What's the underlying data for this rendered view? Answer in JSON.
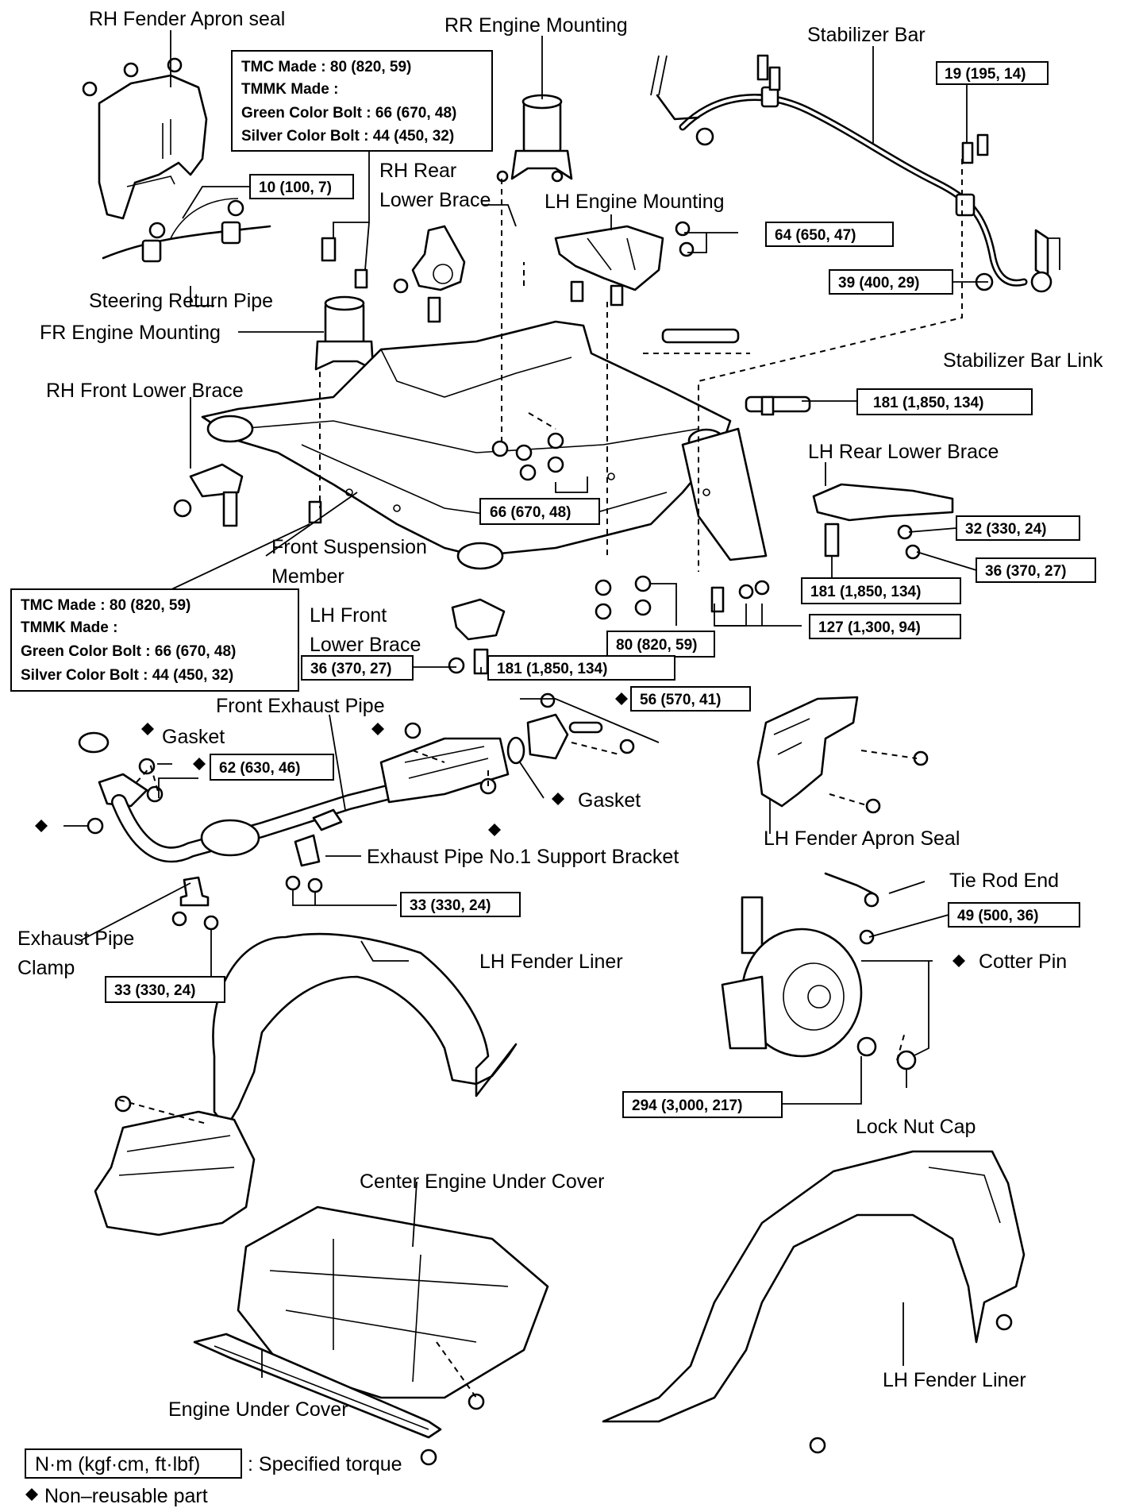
{
  "labels": {
    "rh_fender_apron_seal": "RH Fender Apron seal",
    "rr_engine_mounting": "RR Engine Mounting",
    "stabilizer_bar": "Stabilizer Bar",
    "rh_rear_lower_brace_1": "RH Rear",
    "rh_rear_lower_brace_2": "Lower Brace",
    "lh_engine_mounting": "LH Engine Mounting",
    "steering_return_pipe": "Steering Return Pipe",
    "fr_engine_mounting": "FR Engine Mounting",
    "stabilizer_bar_link": "Stabilizer Bar Link",
    "rh_front_lower_brace": "RH Front Lower Brace",
    "lh_rear_lower_brace": "LH Rear Lower Brace",
    "front_suspension_member_1": "Front Suspension",
    "front_suspension_member_2": "Member",
    "lh_front_lower_brace_1": "LH Front",
    "lh_front_lower_brace_2": "Lower Brace",
    "front_exhaust_pipe": "Front Exhaust Pipe",
    "gasket_left": "Gasket",
    "gasket_right": "Gasket",
    "lh_fender_apron_seal": "LH Fender Apron Seal",
    "support_bracket": "Exhaust Pipe No.1 Support Bracket",
    "tie_rod_end": "Tie Rod End",
    "exhaust_pipe_clamp_1": "Exhaust Pipe",
    "exhaust_pipe_clamp_2": "Clamp",
    "lh_fender_liner_upper": "LH Fender Liner",
    "cotter_pin": "Cotter Pin",
    "lock_nut_cap": "Lock Nut Cap",
    "center_engine_under_cover": "Center Engine Under Cover",
    "lh_fender_liner_lower": "LH Fender Liner",
    "engine_under_cover": "Engine Under Cover"
  },
  "torques": {
    "t_195": "19 (195, 14)",
    "t_100": "10 (100, 7)",
    "t_650": "64 (650, 47)",
    "t_400": "39 (400, 29)",
    "t_1850_top": "181 (1,850, 134)",
    "t_670": "66 (670, 48)",
    "t_330_r": "32 (330, 24)",
    "t_370_r": "36 (370, 27)",
    "t_1850_lr": "181 (1,850, 134)",
    "t_1300": "127 (1,300, 94)",
    "t_820": "80 (820, 59)",
    "t_370_l": "36 (370, 27)",
    "t_1850_lf": "181 (1,850, 134)",
    "t_570": "56 (570, 41)",
    "t_630": "62 (630, 46)",
    "t_330_bracket": "33 (330, 24)",
    "t_500": "49 (500, 36)",
    "t_330_clamp": "33 (330, 24)",
    "t_3000": "294 (3,000, 217)"
  },
  "made_box_top": {
    "line1": "TMC Made : 80 (820, 59)",
    "line2": "TMMK Made :",
    "line3": "Green Color Bolt : 66 (670, 48)",
    "line4": "Silver Color Bolt : 44 (450, 32)"
  },
  "made_box_bottom": {
    "line1": "TMC Made : 80 (820, 59)",
    "line2": "TMMK Made :",
    "line3": "Green Color Bolt : 66 (670, 48)",
    "line4": "Silver Color Bolt : 44 (450, 32)"
  },
  "legend": {
    "torque_unit": "N·m (kgf·cm, ft·lbf)",
    "torque_desc": ": Specified torque",
    "nonreusable": "Non–reusable part"
  },
  "icons": {
    "nonreusable_marker": "black-diamond-icon"
  }
}
